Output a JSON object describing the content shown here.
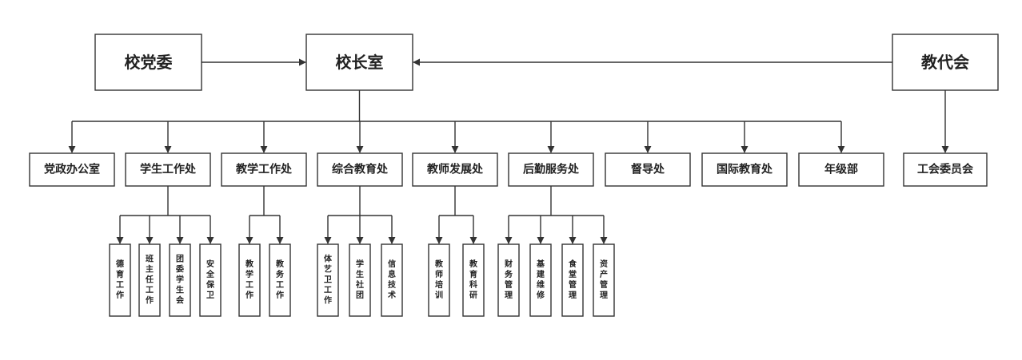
{
  "top": {
    "party_committee": "校党委",
    "principal_office": "校长室",
    "staff_congress": "教代会"
  },
  "departments": [
    {
      "key": "party-office",
      "label": "党政办公室",
      "units": []
    },
    {
      "key": "student-affairs",
      "label": "学生工作处",
      "units": [
        "德育工作",
        "班主任工作",
        "团委学生会",
        "安全保卫"
      ]
    },
    {
      "key": "teaching-affairs",
      "label": "教学工作处",
      "units": [
        "教学工作",
        "教务工作"
      ]
    },
    {
      "key": "comprehensive-education",
      "label": "综合教育处",
      "units": [
        "体艺卫工作",
        "学生社团",
        "信息技术"
      ]
    },
    {
      "key": "teacher-development",
      "label": "教师发展处",
      "units": [
        "教师培训",
        "教育科研"
      ]
    },
    {
      "key": "logistics-services",
      "label": "后勤服务处",
      "units": [
        "财务管理",
        "基建维修",
        "食堂管理",
        "资产管理"
      ]
    },
    {
      "key": "supervision",
      "label": "督导处",
      "units": []
    },
    {
      "key": "international-education",
      "label": "国际教育处",
      "units": []
    },
    {
      "key": "grade-department",
      "label": "年级部",
      "units": []
    }
  ],
  "union": {
    "label": "工会委员会"
  }
}
